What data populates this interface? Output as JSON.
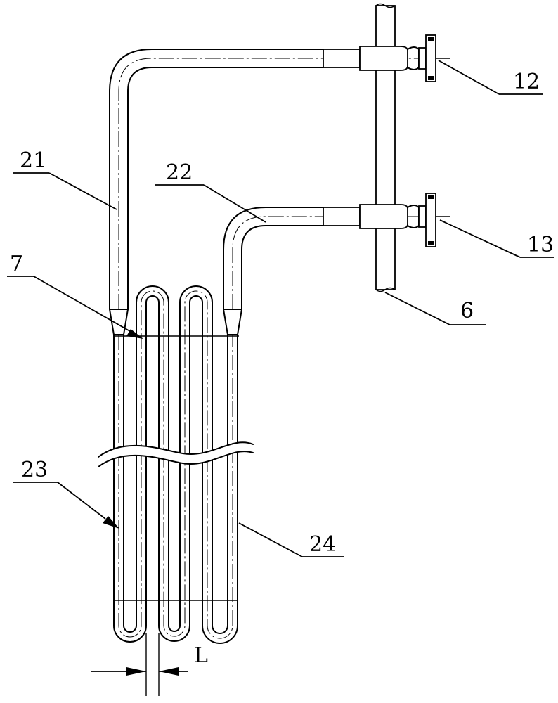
{
  "labels": {
    "outlet_12": "12",
    "outlet_13": "13",
    "wall_6": "6",
    "pipe_21": "21",
    "pipe_22": "22",
    "transition_7": "7",
    "coil_23": "23",
    "coil_24": "24",
    "spacing_L": "L"
  },
  "colors": {
    "line": "#000000",
    "background": "#ffffff"
  }
}
